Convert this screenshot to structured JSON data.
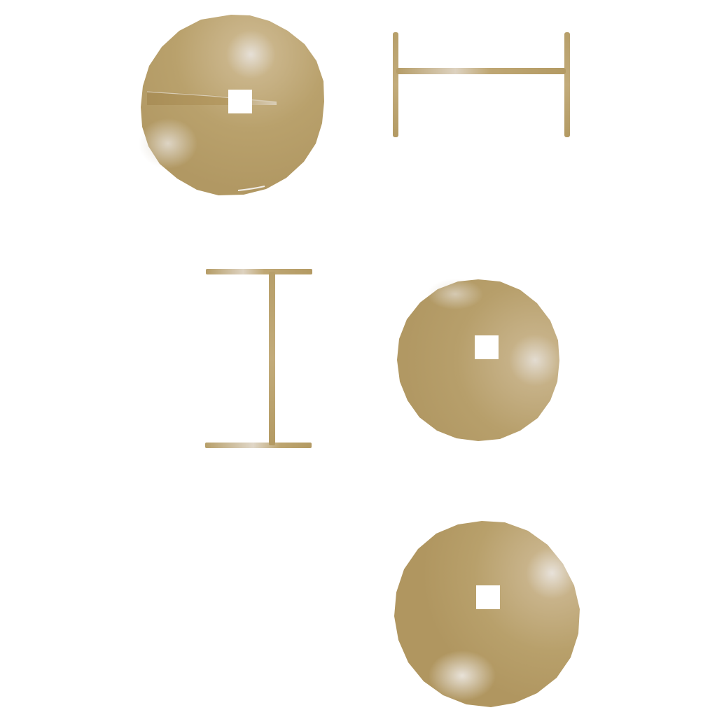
{
  "palette": {
    "background": "#ffffff",
    "bronze_base": "#b9a16c",
    "bronze_dark": "#a88d55",
    "bronze_highlight": "#e6e0d7",
    "hole": "#ffffff"
  },
  "parts": [
    {
      "kind": "disc",
      "view": "face-with-slot",
      "hole": "square"
    },
    {
      "kind": "i-beam",
      "view": "side-horizontal"
    },
    {
      "kind": "i-beam",
      "view": "side-vertical"
    },
    {
      "kind": "disc",
      "view": "face",
      "hole": "square"
    },
    {
      "kind": "disc",
      "view": "face",
      "hole": "square"
    }
  ]
}
